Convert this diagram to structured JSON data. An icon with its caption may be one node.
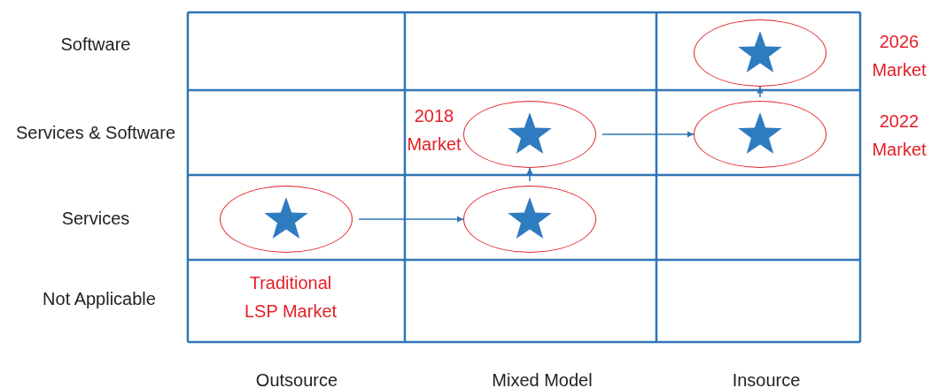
{
  "diagram": {
    "nodes": [
      {
        "text": [],
        "shape": "circle",
        "beside": [
          "2026 Market"
        ]
      },
      {
        "text": [],
        "shape": "circle",
        "beside": [
          "2018 Market"
        ]
      },
      {
        "text": [],
        "shape": "circle",
        "beside": [
          "2022 Market"
        ]
      },
      {
        "text": [],
        "shape": "circle",
        "beside": [
          "Traditional LSP Market"
        ]
      },
      {
        "text": [],
        "shape": "circle"
      }
    ],
    "edges": [
      {
        "from": 3,
        "to": 4,
        "arrow": "to"
      },
      {
        "from": 4,
        "to": 1,
        "arrow": "to"
      },
      {
        "from": 1,
        "to": 2,
        "arrow": "to"
      },
      {
        "from": 2,
        "to": 0,
        "arrow": "to"
      }
    ],
    "labels": [
      "Software",
      "Services & Software",
      "Services",
      "Not Applicable",
      "Outsource",
      "Mixed Model",
      "Insource"
    ]
  }
}
